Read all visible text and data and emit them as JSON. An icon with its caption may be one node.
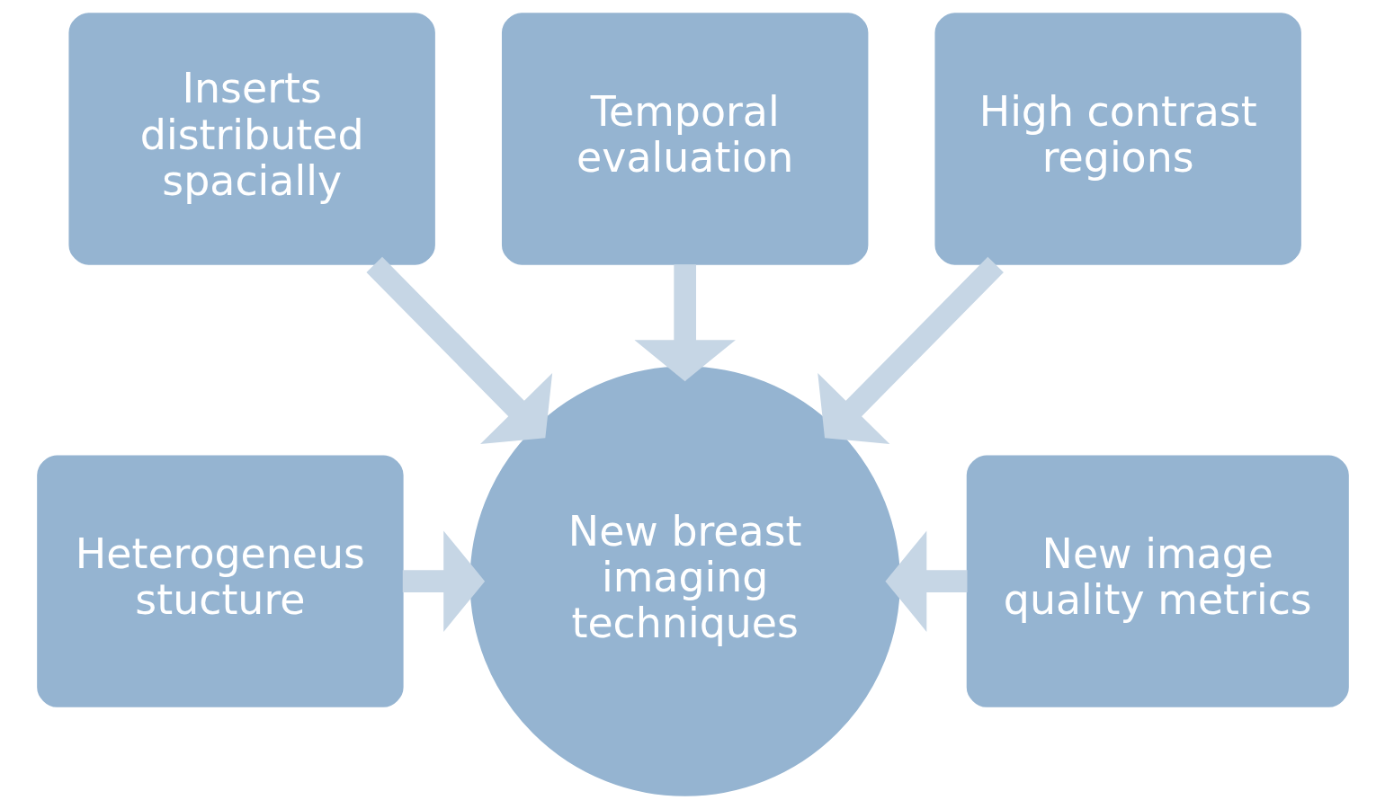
{
  "diagram": {
    "nodes": [
      {
        "text": [
          "Temporal evaluation"
        ]
      },
      {
        "text": [
          "Inserts distributed spacially"
        ]
      },
      {
        "text": [
          "High contrast regions"
        ]
      },
      {
        "text": [
          "Heterogeneus stucture"
        ]
      },
      {
        "text": [
          "New breast imaging techniques"
        ]
      },
      {
        "text": [
          "New image quality metrics"
        ]
      }
    ],
    "edges": [
      {
        "from": 3,
        "to": 4,
        "arrow": "to"
      },
      {
        "from": 1,
        "to": 4,
        "arrow": "to"
      },
      {
        "from": 0,
        "to": 4,
        "arrow": "to"
      },
      {
        "from": 2,
        "to": 4,
        "arrow": "to"
      },
      {
        "from": 5,
        "to": 4,
        "arrow": "to"
      }
    ]
  }
}
